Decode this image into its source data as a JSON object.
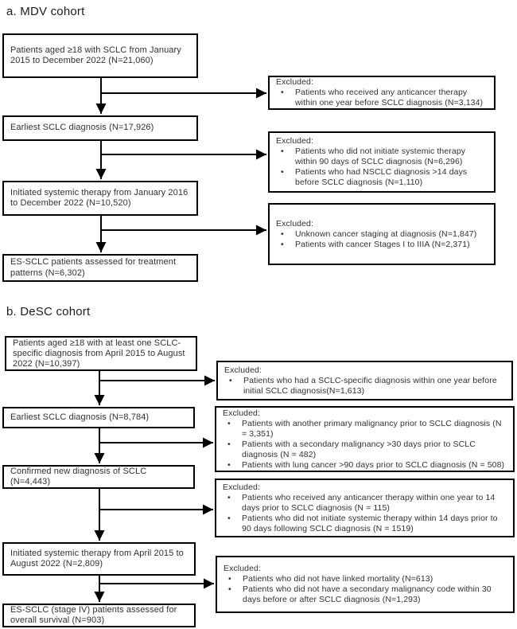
{
  "colors": {
    "background": "#ffffff",
    "line_ink": "#000000",
    "text_ink": "#303030"
  },
  "flowchart": {
    "section_a": {
      "title": "a. MDV cohort",
      "steps": [
        {
          "text": "Patients aged ≥18 with SCLC from January 2015 to December 2022 (N=21,060)"
        },
        {
          "text": "Earliest SCLC diagnosis (N=17,926)"
        },
        {
          "text": "Initiated systemic therapy from January 2016 to December 2022 (N=10,520)"
        },
        {
          "text": "ES-SCLC patients assessed for treatment patterns (N=6,302)"
        }
      ],
      "exclusions": [
        {
          "header": "Excluded:",
          "bullets": [
            "Patients who received any anticancer therapy within one year before SCLC diagnosis (N=3,134)"
          ]
        },
        {
          "header": "Excluded:",
          "bullets": [
            "Patients who did not initiate systemic therapy within 90 days of SCLC diagnosis (N=6,296)",
            "Patients who had NSCLC diagnosis >14 days before SCLC diagnosis (N=1,110)"
          ]
        },
        {
          "header": "Excluded:",
          "bullets": [
            "Unknown cancer staging at diagnosis (N=1,847)",
            "Patients with cancer Stages I to IIIA (N=2,371)"
          ]
        }
      ]
    },
    "section_b": {
      "title": "b. DeSC cohort",
      "steps": [
        {
          "text": "Patients aged ≥18 with at least one SCLC-specific diagnosis from April 2015 to August 2022 (N=10,397)"
        },
        {
          "text": "Earliest SCLC diagnosis (N=8,784)"
        },
        {
          "text": "Confirmed new diagnosis of SCLC (N=4,443)"
        },
        {
          "text": "Initiated systemic therapy from April 2015 to August 2022 (N=2,809)"
        },
        {
          "text": "ES-SCLC (stage IV) patients assessed for overall survival (N=903)"
        }
      ],
      "exclusions": [
        {
          "header": "Excluded:",
          "bullets": [
            "Patients who had a SCLC-specific diagnosis within one year before initial SCLC diagnosis(N=1,613)"
          ]
        },
        {
          "header": "Excluded:",
          "bullets": [
            "Patients with another primary malignancy prior to SCLC diagnosis (N = 3,351)",
            "Patients with a secondary malignancy >30 days prior to SCLC diagnosis (N = 482)",
            "Patients with lung cancer >90 days prior to SCLC diagnosis (N = 508)"
          ]
        },
        {
          "header": "Excluded:",
          "bullets": [
            "Patients who received any anticancer therapy within one year to 14 days prior to SCLC diagnosis (N = 115)",
            "Patients who did not initiate systemic therapy within 14 days prior to 90 days following SCLC diagnosis (N = 1519)"
          ]
        },
        {
          "header": "Excluded:",
          "bullets": [
            "Patients who did not have linked mortality (N=613)",
            "Patients who did not have a secondary malignancy code within 30 days before or after SCLC diagnosis (N=1,293)"
          ]
        }
      ]
    }
  }
}
